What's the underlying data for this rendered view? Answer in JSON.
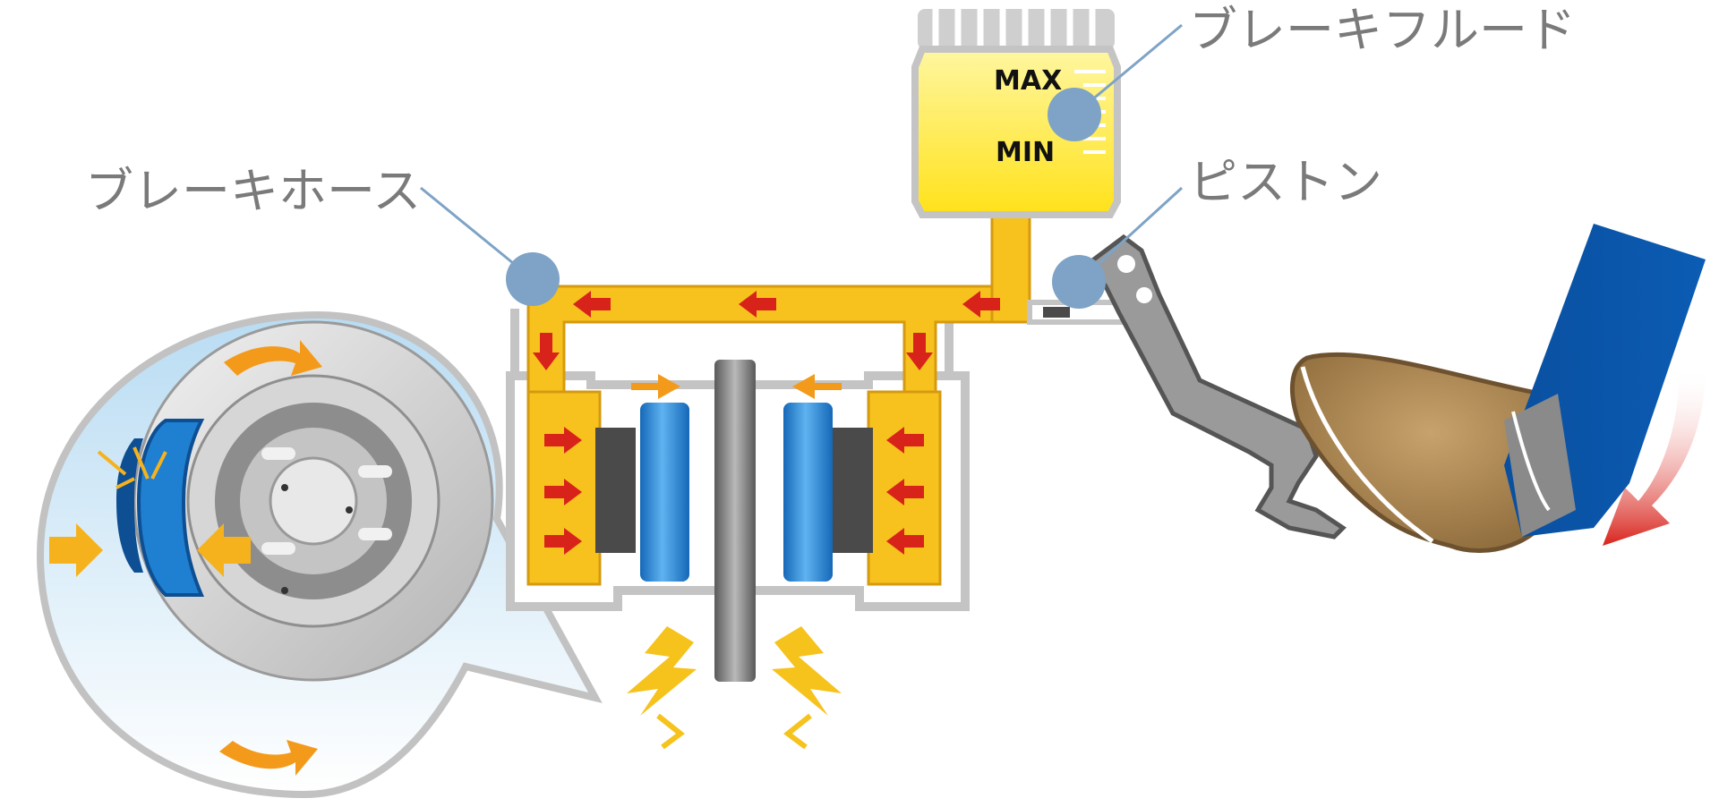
{
  "labels": {
    "brake_fluid": "ブレーキフルード",
    "brake_hose": "ブレーキホース",
    "piston": "ピストン"
  },
  "reservoir": {
    "max_label": "MAX",
    "min_label": "MIN"
  },
  "colors": {
    "fluid": "#f7c21d",
    "fluid_light": "#ffe94a",
    "arrow_red": "#d8231b",
    "arrow_orange": "#f49a1b",
    "pad_blue": "#1f7fd0",
    "housing_gray": "#c9c9c9",
    "callout_dot": "#7ea3c6",
    "pant_blue": "#0a56a8",
    "shoe_brown": "#a88656"
  }
}
